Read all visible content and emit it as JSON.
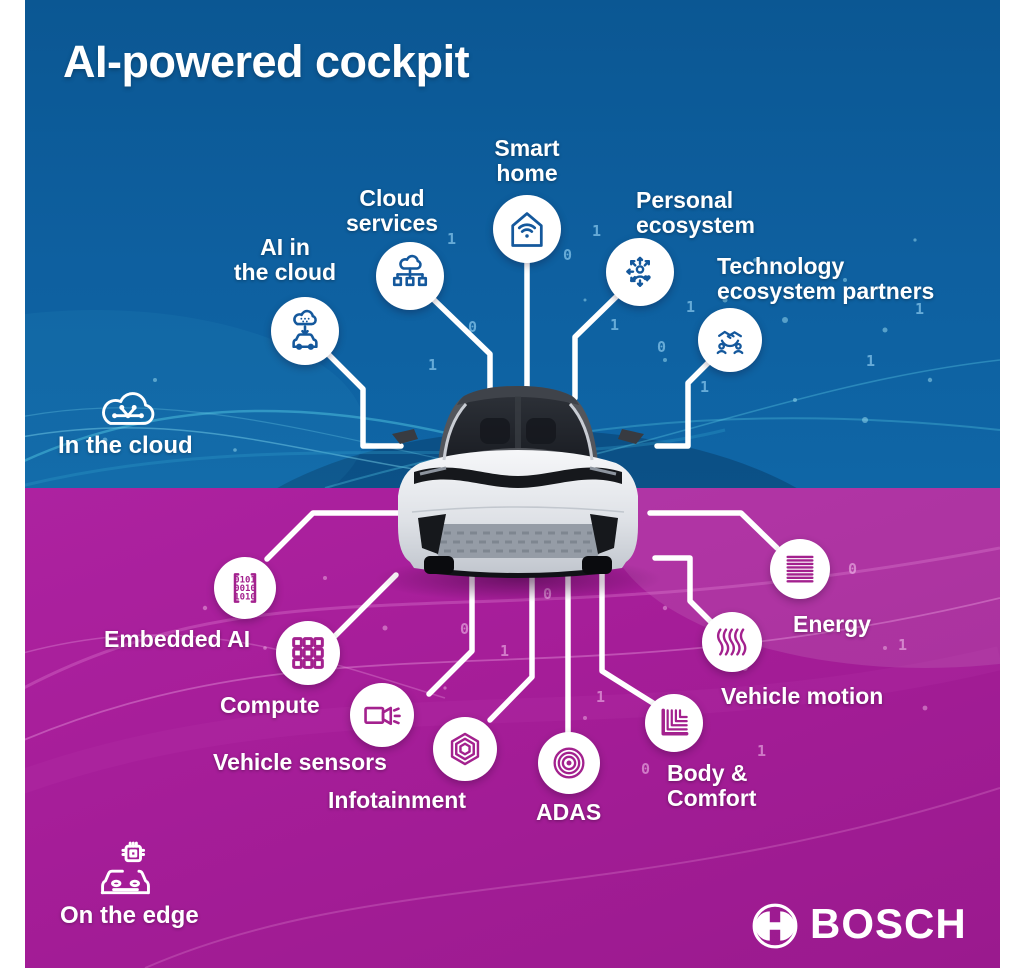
{
  "title": "AI-powered cockpit",
  "brand": {
    "name": "BOSCH",
    "logo_icon": "bosch-anchor-icon"
  },
  "cloud_zone": {
    "label": "In the cloud",
    "icon": "cloud-circuit-icon",
    "bg_color": "#0e60a0"
  },
  "edge_zone": {
    "label": "On the edge",
    "icon": "car-chip-icon",
    "bg_color": "#a51d98"
  },
  "cloud_nodes": [
    {
      "name": "ai-in-the-cloud",
      "icon": "car-under-cloud-icon",
      "lines": [
        "AI in",
        "the cloud"
      ]
    },
    {
      "name": "cloud-services",
      "icon": "cloud-network-tree-icon",
      "lines": [
        "Cloud",
        "services"
      ]
    },
    {
      "name": "smart-home",
      "icon": "smart-home-wifi-icon",
      "lines": [
        "Smart",
        "home"
      ]
    },
    {
      "name": "personal-ecosystem",
      "icon": "person-arrows-heart-icon",
      "lines": [
        "Personal",
        "ecosystem"
      ]
    },
    {
      "name": "technology-ecosystem-partners",
      "icon": "handshake-people-icon",
      "lines": [
        "Technology",
        "ecosystem partners"
      ]
    }
  ],
  "edge_nodes": [
    {
      "name": "embedded-ai",
      "icon": "binary-matrix-icon",
      "lines": [
        "Embedded AI"
      ],
      "binary": [
        "0101",
        "0010",
        "1010"
      ]
    },
    {
      "name": "compute",
      "icon": "chip-grid-icon",
      "lines": [
        "Compute"
      ]
    },
    {
      "name": "vehicle-sensors",
      "icon": "video-camera-icon",
      "lines": [
        "Vehicle sensors"
      ]
    },
    {
      "name": "infotainment",
      "icon": "nested-hexagons-icon",
      "lines": [
        "Infotainment"
      ]
    },
    {
      "name": "adas",
      "icon": "radar-circles-icon",
      "lines": [
        "ADAS"
      ]
    },
    {
      "name": "body-comfort",
      "icon": "nested-corners-icon",
      "lines": [
        "Body &",
        "Comfort"
      ]
    },
    {
      "name": "vehicle-motion",
      "icon": "wavy-lines-icon",
      "lines": [
        "Vehicle motion"
      ]
    },
    {
      "name": "energy",
      "icon": "stacked-bars-icon",
      "lines": [
        "Energy"
      ]
    }
  ],
  "colors": {
    "cloud_background": "#0e60a0",
    "edge_background": "#a51d98",
    "icon_blue": "#14589c",
    "icon_magenta": "#a3218e",
    "text": "#ffffff"
  },
  "background_binary_cloud": [
    "1",
    "0",
    "1",
    "1",
    "0",
    "1",
    "0",
    "1",
    "1",
    "0",
    "1",
    "1"
  ],
  "background_binary_edge": [
    "0",
    "1",
    "1",
    "0",
    "1",
    "0",
    "0",
    "1"
  ]
}
